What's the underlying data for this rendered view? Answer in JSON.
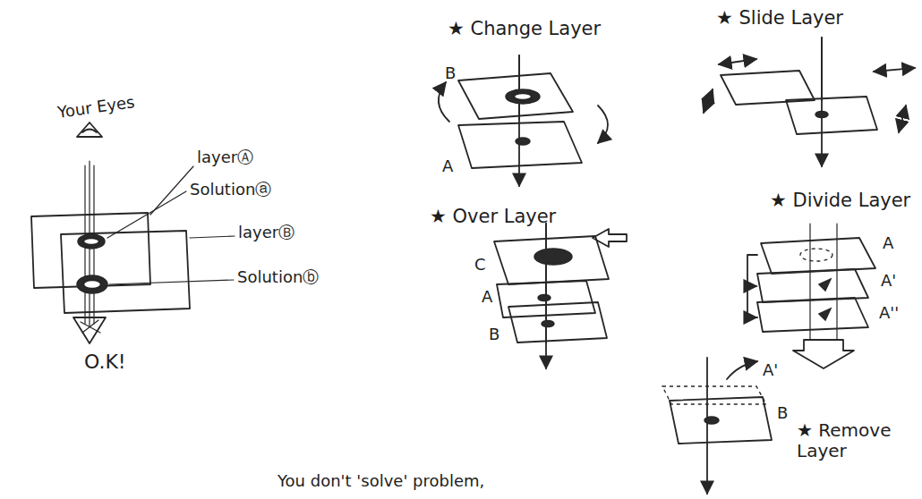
{
  "diagram": {
    "labels": [
      "Your Eyes",
      "layerⒶ",
      "Solutionⓐ",
      "layerⒷ",
      "Solutionⓑ",
      "O.K!",
      "★ Change Layer",
      "B",
      "A",
      "★ Over Layer",
      "C",
      "A",
      "B",
      "★ Slide Layer",
      "★ Divide Layer",
      "A",
      "A'",
      "A''",
      "A'",
      "B",
      "★ Remove Layer",
      "You don't 'solve' problem,"
    ]
  }
}
